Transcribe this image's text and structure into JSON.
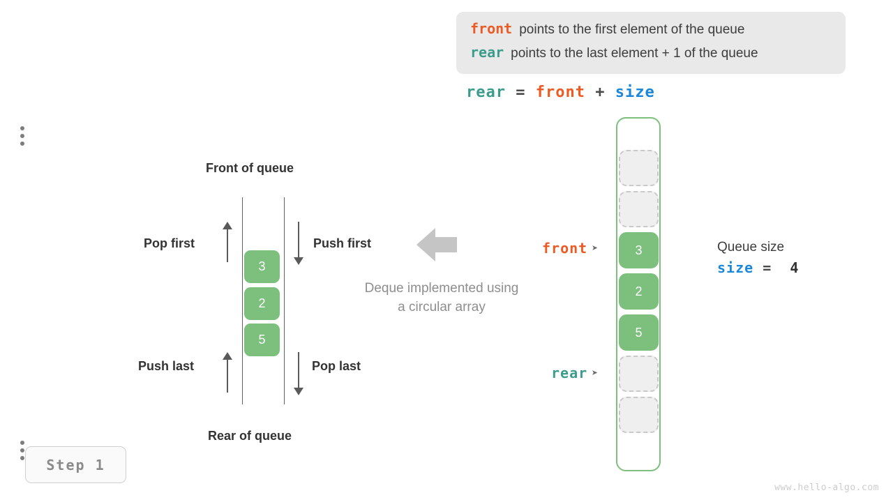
{
  "legend": {
    "rows": [
      {
        "keyword": "front",
        "keyword_color": "#ec5b24",
        "text": "points to the first element of the queue"
      },
      {
        "keyword": "rear",
        "keyword_color": "#3c9c8c",
        "text": "points to the last element + 1 of the queue"
      }
    ],
    "background": "#e9e9e9"
  },
  "formula": {
    "lhs": "rear",
    "eq": "=",
    "op1": "front",
    "plus": "+",
    "op2": "size"
  },
  "deque": {
    "title_front": "Front of queue",
    "title_rear": "Rear of queue",
    "cells": [
      {
        "value": "3"
      },
      {
        "value": "2"
      },
      {
        "value": "5"
      }
    ],
    "operations": [
      {
        "name": "pop-first",
        "label": "Pop first",
        "direction": "up"
      },
      {
        "name": "push-first",
        "label": "Push first",
        "direction": "down"
      },
      {
        "name": "push-last",
        "label": "Push last",
        "direction": "up"
      },
      {
        "name": "pop-last",
        "label": "Pop last",
        "direction": "down"
      }
    ],
    "cell_color": "#7dbf7d"
  },
  "caption": {
    "line1": "Deque implemented using",
    "line2": "a circular array",
    "arrow_icon": "left-arrow-icon",
    "arrow_color": "#c5c5c5"
  },
  "array": {
    "border_color": "#7dbf7d",
    "ellipsis_top": "vertical-ellipsis-icon",
    "ellipsis_bottom": "vertical-ellipsis-icon",
    "slots": [
      {
        "value": "",
        "state": "empty"
      },
      {
        "value": "",
        "state": "empty"
      },
      {
        "value": "3",
        "state": "filled"
      },
      {
        "value": "2",
        "state": "filled"
      },
      {
        "value": "5",
        "state": "filled"
      },
      {
        "value": "",
        "state": "empty"
      },
      {
        "value": "",
        "state": "empty"
      }
    ],
    "pointers": [
      {
        "name": "front",
        "label": "front",
        "color": "#ec5b24",
        "tip": "➤"
      },
      {
        "name": "rear",
        "label": "rear",
        "color": "#3c9c8c",
        "tip": "➤"
      }
    ]
  },
  "size_readout": {
    "title": "Queue size",
    "var": "size",
    "eq": "=",
    "value": "4"
  },
  "step": {
    "label": "Step 1"
  },
  "watermark": {
    "text": "www.hello-algo.com"
  }
}
